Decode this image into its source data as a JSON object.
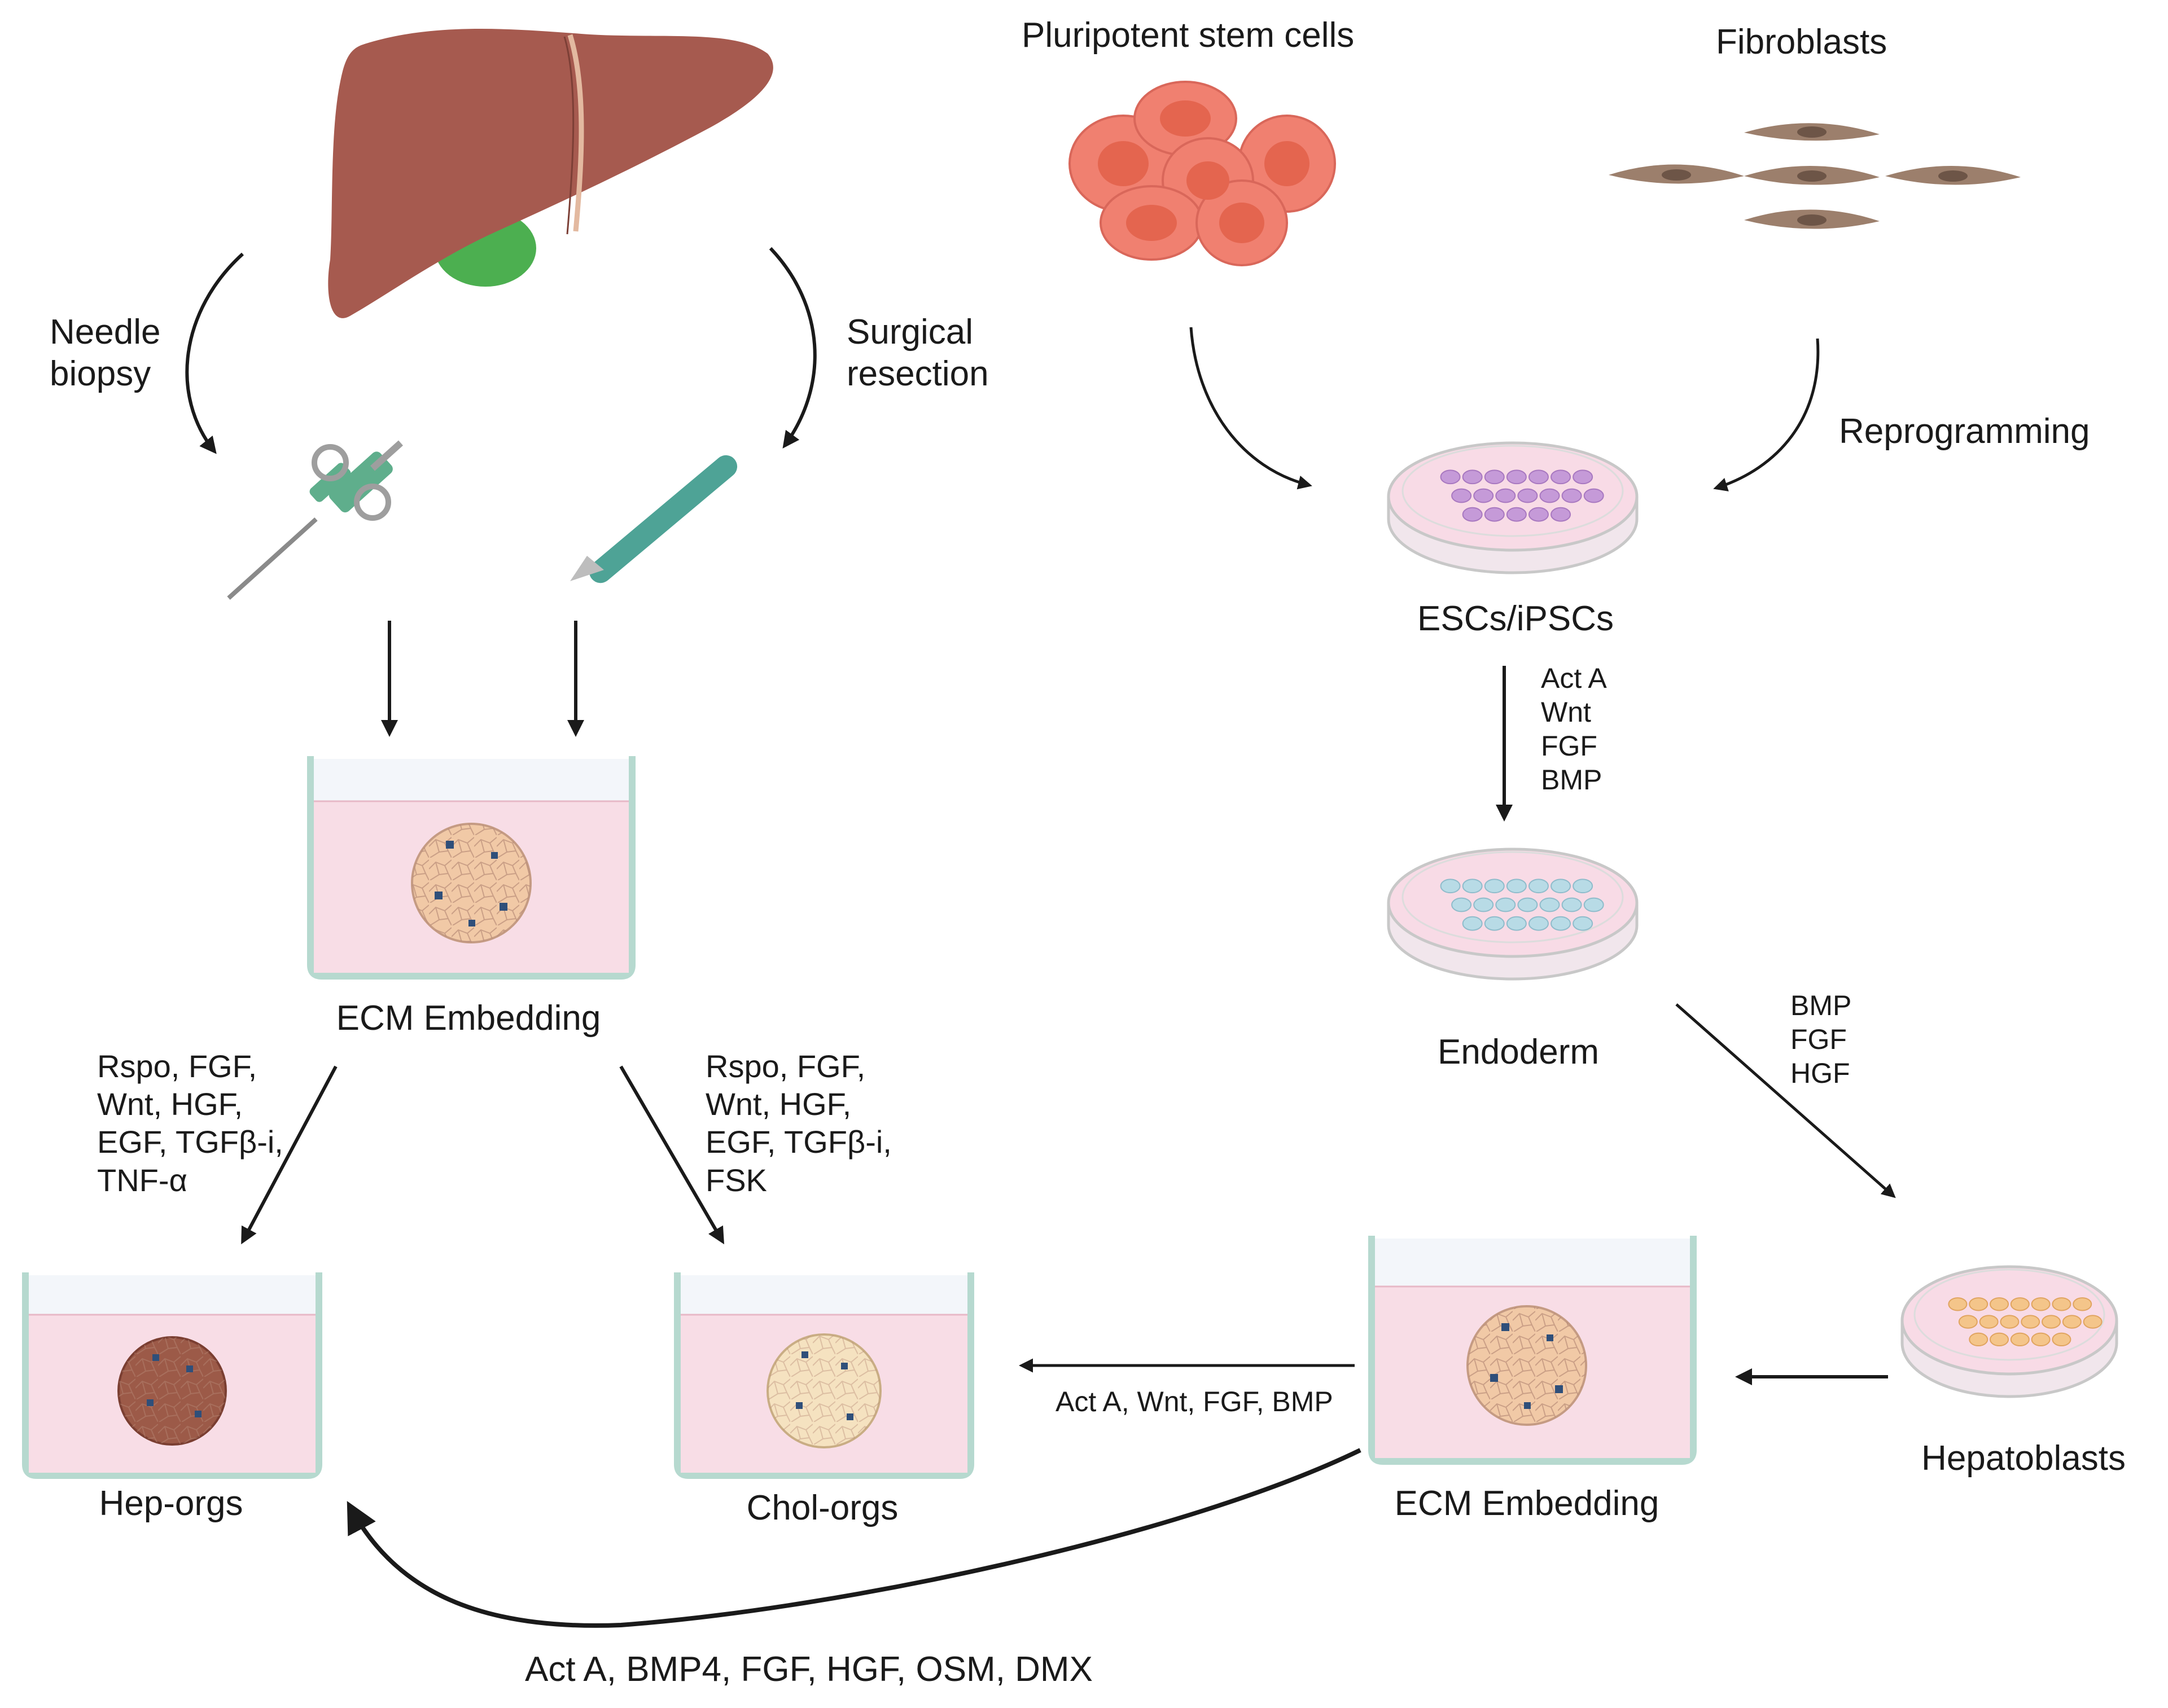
{
  "labels": {
    "needle_biopsy": "Needle\nbiopsy",
    "surgical_resection": "Surgical\nresection",
    "pluripotent": "Pluripotent stem cells",
    "fibroblasts": "Fibroblasts",
    "reprogramming": "Reprogramming",
    "escs_ipscs": "ESCs/iPSCs",
    "endoderm": "Endoderm",
    "hepatoblasts": "Hepatoblasts",
    "ecm_embedding_left": "ECM Embedding",
    "ecm_embedding_right": "ECM Embedding",
    "hep_orgs": "Hep-orgs",
    "chol_orgs": "Chol-orgs"
  },
  "factors": {
    "to_endoderm": "Act A\nWnt\nFGF\nBMP",
    "to_hepatoblasts": "BMP\nFGF\nHGF",
    "hep_orgs_medium": "Rspo, FGF,\nWnt, HGF,\nEGF, TGFβ-i,\nTNF-α",
    "chol_orgs_medium": "Rspo, FGF,\nWnt, HGF,\nEGF, TGFβ-i,\nFSK",
    "to_chol_orgs": "Act A, Wnt, FGF, BMP",
    "to_hep_orgs": "Act A, BMP4, FGF, HGF, OSM, DMX"
  },
  "colors": {
    "liver": "#a65a4f",
    "gallbladder": "#4caf50",
    "stem_cell": "#f08070",
    "fibroblast": "#9c7f6c",
    "dish_fill": "#f8dbe6",
    "escs_cells": "#c59ad8",
    "endoderm_cells": "#b8dbe6",
    "hepatoblast_cells": "#f4c58a",
    "well_medium": "#f8dde6",
    "well_edge": "#b6d9cf",
    "arrow": "#1a1a1a"
  }
}
